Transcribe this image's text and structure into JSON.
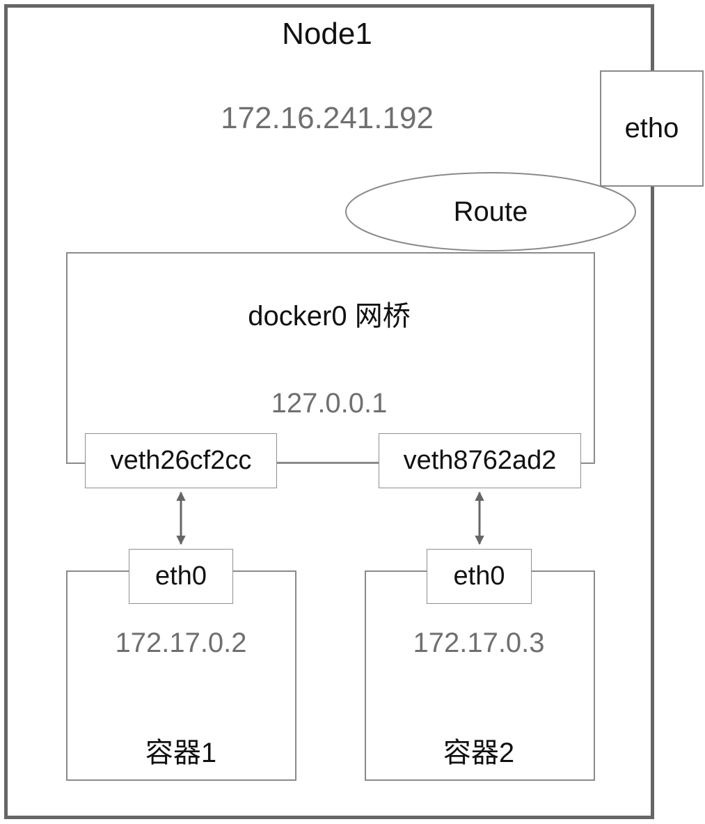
{
  "node": {
    "title": "Node1",
    "ip": "172.16.241.192"
  },
  "external_interface": {
    "label": "etho"
  },
  "route": {
    "label": "Route"
  },
  "bridge": {
    "title": "docker0 网桥",
    "ip": "127.0.0.1",
    "veth_left": "veth26cf2cc",
    "veth_right": "veth8762ad2"
  },
  "containers": [
    {
      "iface": "eth0",
      "ip": "172.17.0.2",
      "name": "容器1"
    },
    {
      "iface": "eth0",
      "ip": "172.17.0.3",
      "name": "容器2"
    }
  ],
  "colors": {
    "node_border": "#666666",
    "box_border": "#8a8a8a",
    "secondary_text": "#6f6f6f",
    "arrow": "#666666"
  }
}
